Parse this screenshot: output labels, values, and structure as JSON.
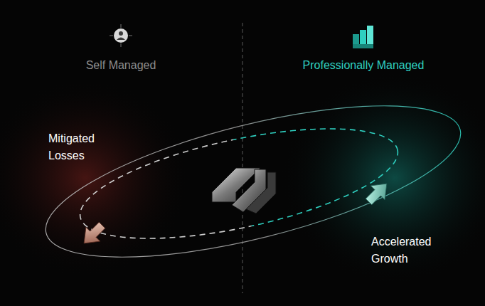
{
  "diagram": {
    "labels": [
      "Self Managed",
      "Professionally Managed",
      "Mitigated Losses",
      "Accelerated Growth"
    ]
  }
}
